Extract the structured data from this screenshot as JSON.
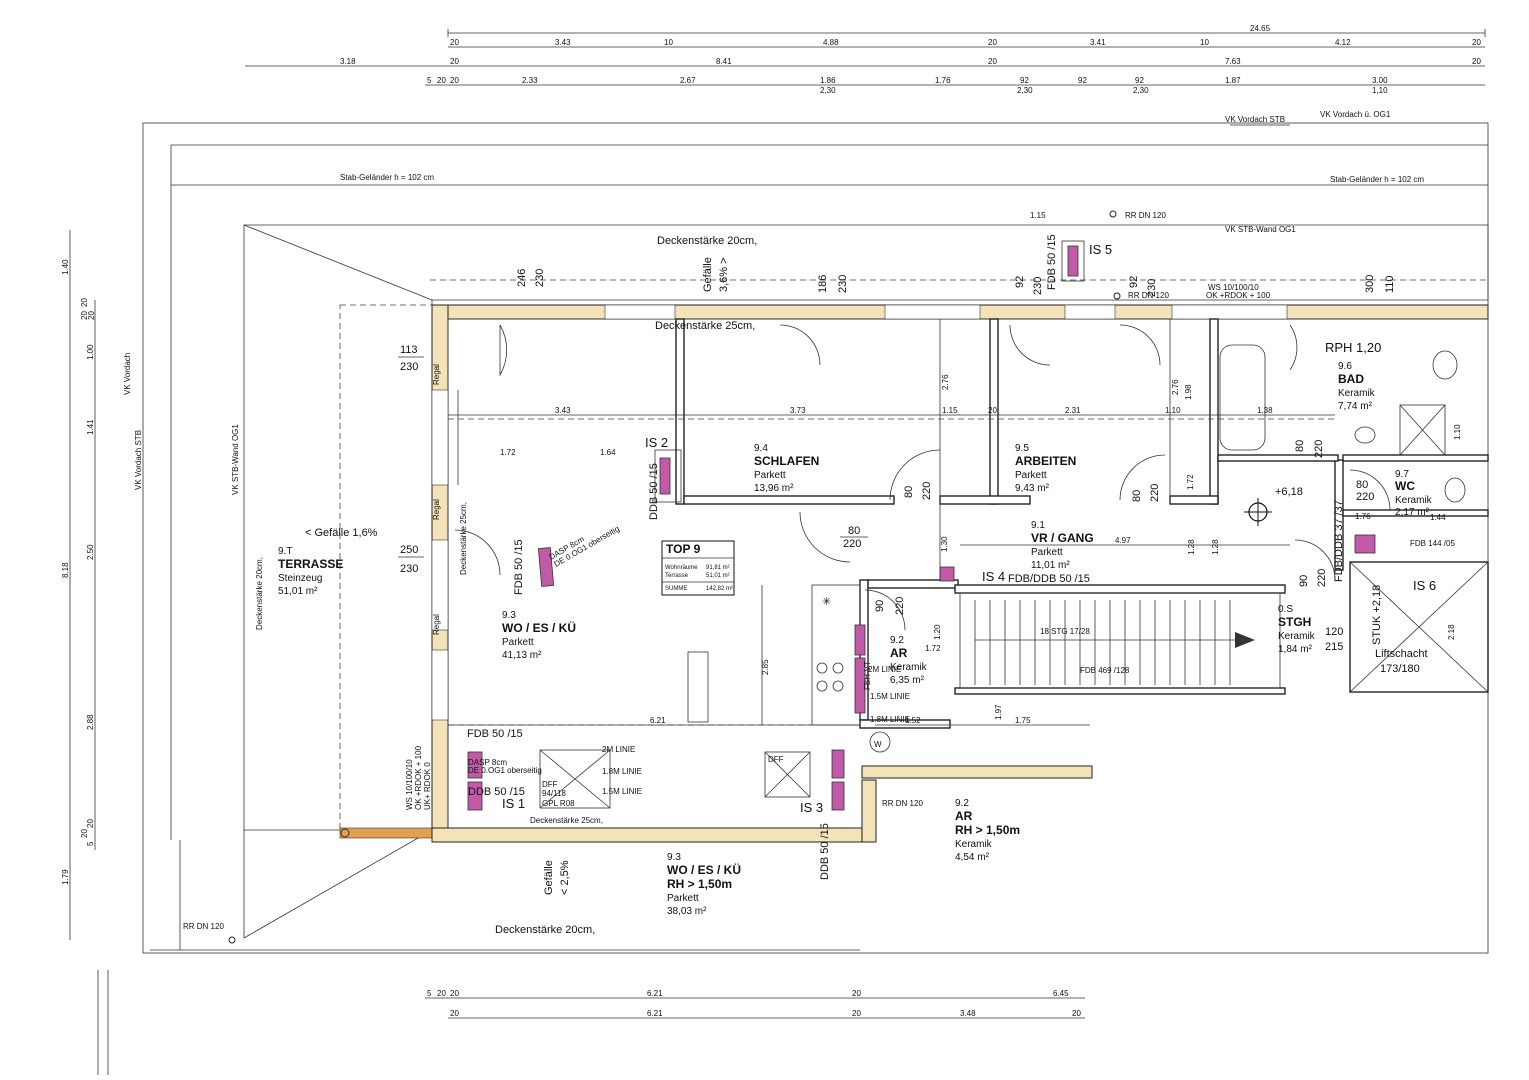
{
  "dimensions": {
    "total_top": "24.65",
    "row1": [
      "20",
      "3.43",
      "10",
      "4.88",
      "20",
      "3.41",
      "10",
      "4.12",
      "20"
    ],
    "row2": [
      "3.18",
      "20",
      "8.41",
      "20",
      "7.63",
      "20"
    ],
    "row3": [
      "5",
      "20",
      "20",
      "2.33",
      "2.67",
      "1.86",
      "2,30",
      "1.76",
      "92",
      "2,30",
      "92",
      "92",
      "2,30",
      "1.87",
      "3.00",
      "1,10"
    ],
    "interior": [
      "3.43",
      "3.73",
      "1.15",
      "20",
      "2.31",
      "1.10",
      "1.38",
      "4.97",
      "1.28",
      "6.21",
      "1.52",
      "1.75",
      "1.72",
      "1.76"
    ],
    "bottom_row1": [
      "5",
      "20",
      "20",
      "6.21",
      "20",
      "6.45"
    ],
    "bottom_row2": [
      "20",
      "6.21",
      "20",
      "3.48",
      "20"
    ],
    "left_vertical": [
      "1.40",
      "20",
      "20",
      "20",
      "1.00",
      "1.41",
      "2.50",
      "8.18",
      "2.88",
      "5",
      "20",
      "20",
      "1.79"
    ],
    "door_dims": [
      {
        "w": "113",
        "h": "230"
      },
      {
        "w": "250",
        "h": "230"
      },
      {
        "w": "246",
        "h": "230"
      },
      {
        "w": "186",
        "h": "230"
      },
      {
        "w": "92",
        "h": "230"
      },
      {
        "w": "92",
        "h": "230"
      },
      {
        "w": "300",
        "h": "110"
      },
      {
        "w": "80",
        "h": "220"
      },
      {
        "w": "80",
        "h": "220"
      },
      {
        "w": "80",
        "h": "220"
      },
      {
        "w": "80",
        "h": "220"
      },
      {
        "w": "80",
        "h": "220"
      },
      {
        "w": "90",
        "h": "220"
      },
      {
        "w": "90",
        "h": "220"
      },
      {
        "w": "120",
        "h": "215"
      }
    ]
  },
  "annotations": {
    "vk_vordach_stb": "VK Vordach STB",
    "vk_vordach_og1": "VK Vordach ü. OG1",
    "stab_gelaender_left": "Stab-Geländer h = 102 cm",
    "stab_gelaender_right": "Stab-Geländer h = 102 cm",
    "rr_dn120_top": "RR DN 120",
    "rr_dn120_mid": "RR DN 120",
    "rr_dn120_bottom": "RR DN 120",
    "rr_dn120_left": "RR DN 120",
    "vk_stb_wand_og1": "VK STB-Wand OG1",
    "ws_top": "WS 10/100/10",
    "ok_rdok": "OK +RDOK + 100",
    "deckenstaerke_20_top": "Deckenstärke 20cm,",
    "deckenstaerke_25_top": "Deckenstärke 25cm,",
    "deckenstaerke_25_bottom": "Deckenstärke 25cm,",
    "deckenstaerke_20_bottom": "Deckenstärke 20cm,",
    "deckenstaerke_20_left": "Deckenstärke 20cm,",
    "deckenstaerke_25_left": "Deckenstärke 25cm,",
    "gefaelle_top": "Gefälle",
    "gefaelle_top_val": "3,6% >",
    "gefaelle_terrasse": "< Gefälle 1,6%",
    "gefaelle_bottom": "Gefälle",
    "gefaelle_bottom_val": "< 2,5%",
    "vk_vordach": "VK Vordach",
    "vk_vordach_stb_left": "VK Vordach STB",
    "vk_stb_wand_og1_left": "VK STB-Wand OG1",
    "fdb_50_15_top": "FDB 50 /15",
    "fdb_50_15_left": "FDB 50 /15",
    "fdb_50_15_bottom": "FDB 50 /15",
    "ddb_50_15": "DDB 50 /15",
    "ddb_50_15_b": "DDB 50 /15",
    "ddb_50_15_c": "DDB 50 /15",
    "fdb_ddb_50_15": "FDB/DDB 50 /15",
    "fdb_ddb_37_37": "FDB/DDB 37 /37",
    "fdb_144_05": "FDB 144 /05",
    "fdb_469_128": "FDB 469 /128",
    "dasp_8cm": "DASP 8cm",
    "de_og1": "DE 0.OG1 oberseitig",
    "dasp_8cm_b": "DASP 8cm",
    "de_og1_b": "DE 0.OG1 oberseitig",
    "dff": "DFF",
    "dff_94": "94/118",
    "gpl": "GPL R08",
    "dff_b": "DFF",
    "linie_2m": "2M LINIE",
    "linie_18m": "1.8M LINIE",
    "linie_15m": "1.5M LINIE",
    "linie_2m_b": "2M LINIE",
    "linie_18m_b": "1.8M LINIE",
    "linie_15m_b": "1.5M LINIE",
    "rph": "RPH 1,20",
    "height_mark": "+6,18",
    "stairs": "18 STG 17/28",
    "stuk": "STUK +2,18",
    "liftschacht": "Liftschacht",
    "liftschacht_dim": "173/180",
    "fbh_vt": "FBH-VT",
    "ws_left": "WS 10/100/10",
    "ok_left": "OK +RDOK + 100",
    "uk_left": "UK+ RDOK 0",
    "regal1": "Regal",
    "regal2": "Regal",
    "regal3": "Regal",
    "v_276": "2.76",
    "v_276_b": "2.76",
    "v_285": "2.85",
    "v_130": "1.30",
    "v_172": "1.72",
    "v_198": "1.98",
    "v_120": "1.20",
    "v_110": "1.10",
    "v_210": "2.18",
    "v_128": "1.28",
    "v_197": "1.97",
    "v_144": "1.44",
    "v_164": "1.64",
    "v_172b": "1.72",
    "v_115": "1.15"
  },
  "is_labels": [
    "IS 1",
    "IS 2",
    "IS 3",
    "IS 4",
    "IS 5",
    "IS 6"
  ],
  "rooms": {
    "terrasse": {
      "num": "9.T",
      "name": "TERRASSE",
      "floor": "Steinzeug",
      "area": "51,01 m²"
    },
    "wo_es_kue": {
      "num": "9.3",
      "name": "WO / ES / KÜ",
      "floor": "Parkett",
      "area": "41,13 m²"
    },
    "schlafen": {
      "num": "9.4",
      "name": "SCHLAFEN",
      "floor": "Parkett",
      "area": "13,96 m²"
    },
    "arbeiten": {
      "num": "9.5",
      "name": "ARBEITEN",
      "floor": "Parkett",
      "area": "9,43 m²"
    },
    "bad": {
      "num": "9.6",
      "name": "BAD",
      "floor": "Keramik",
      "area": "7,74 m²"
    },
    "wc": {
      "num": "9.7",
      "name": "WC",
      "floor": "Keramik",
      "area": "2,17 m²"
    },
    "vr_gang": {
      "num": "9.1",
      "name": "VR / GANG",
      "floor": "Parkett",
      "area": "11,01 m²"
    },
    "ar": {
      "num": "9.2",
      "name": "AR",
      "floor": "Keramik",
      "area": "6,35 m²"
    },
    "stgh": {
      "num": "0.S",
      "name": "STGH",
      "floor": "Keramik",
      "area": "1,84 m²"
    },
    "ar_low": {
      "num": "9.2",
      "name": "AR",
      "extra": "RH > 1,50m",
      "floor": "Keramik",
      "area": "4,54 m²"
    },
    "wo_low": {
      "num": "9.3",
      "name": "WO / ES / KÜ",
      "extra": "RH > 1,50m",
      "floor": "Parkett",
      "area": "38,03 m²"
    }
  },
  "top_box": {
    "title": "TOP 9",
    "rows": [
      {
        "label": "Wohnräume",
        "value": "91,81 m²"
      },
      {
        "label": "Terrasse",
        "value": "51,01 m²"
      },
      {
        "label": "SUMME",
        "value": "142,82 m²"
      }
    ]
  },
  "colors": {
    "wall_hatch": "#f4e3b8",
    "technical_pink": "#c25aa8",
    "annotation_red": "#d23a3a",
    "line": "#222222",
    "gutter_orange": "#e0a050"
  }
}
